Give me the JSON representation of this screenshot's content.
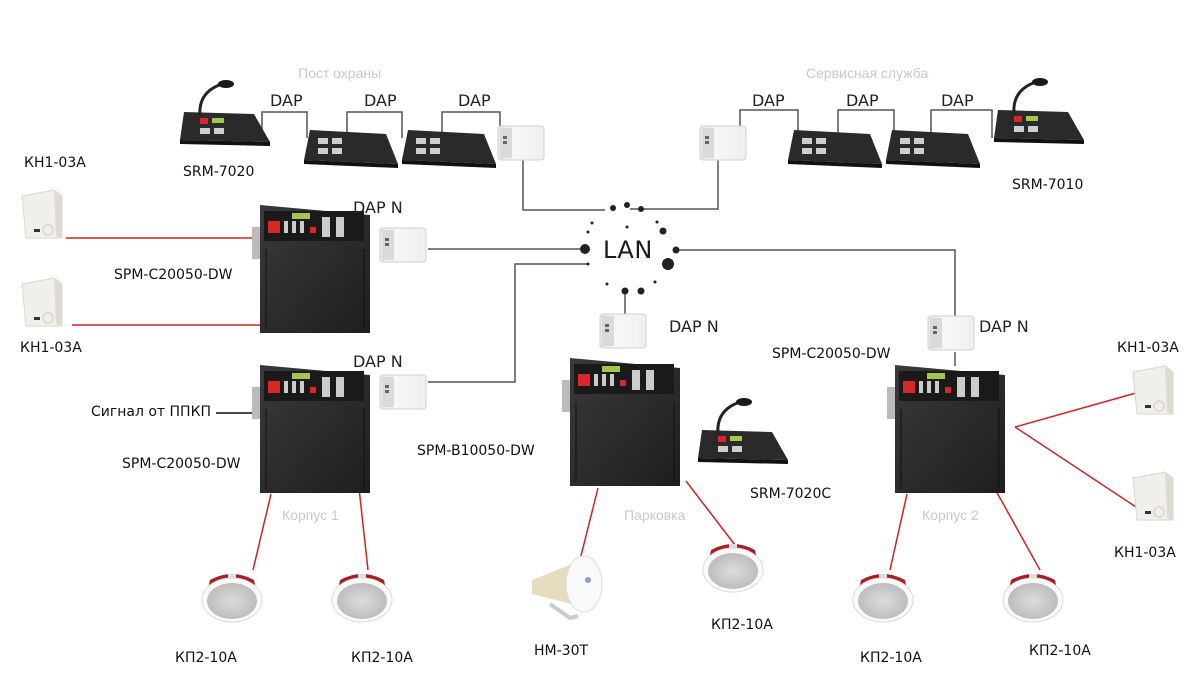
{
  "diagram": {
    "network": {
      "label": "LAN"
    },
    "zones": {
      "security_post": "Пост охраны",
      "service": "Сервисная служба",
      "building1": "Корпус 1",
      "parking": "Парковка",
      "building2": "Корпус 2"
    },
    "labels": {
      "dap": "DAP",
      "dap_n": "DAP N",
      "srm_7020": "SRM-7020",
      "srm_7010": "SRM-7010",
      "srm_7020c": "SRM-7020C",
      "spm_c20050_dw": "SPM-C20050-DW",
      "spm_b10050_dw": "SPM-B10050-DW",
      "kh1_03a": "КН1-03А",
      "kp2_10a": "КП2-10А",
      "hm_30t": "НМ-30Т",
      "fire_signal": "Сигнал от ППКП"
    },
    "colors": {
      "network_line": "#555555",
      "speaker_line": "#d42020",
      "amplifier": "#2b2b2b",
      "speaker_red": "#a81e22"
    }
  }
}
